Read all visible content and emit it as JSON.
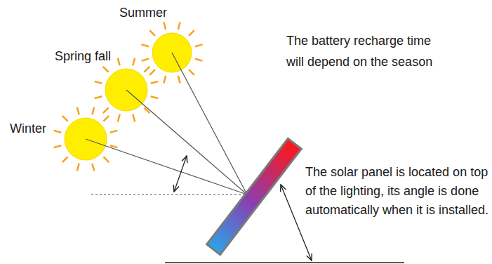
{
  "diagram": {
    "labels": [
      "Summer",
      "Spring fall",
      "Winter",
      "The battery recharge time will depend on the season",
      "The solar panel is located on top of the lighting, its angle is done automatically when it is installed."
    ]
  }
}
